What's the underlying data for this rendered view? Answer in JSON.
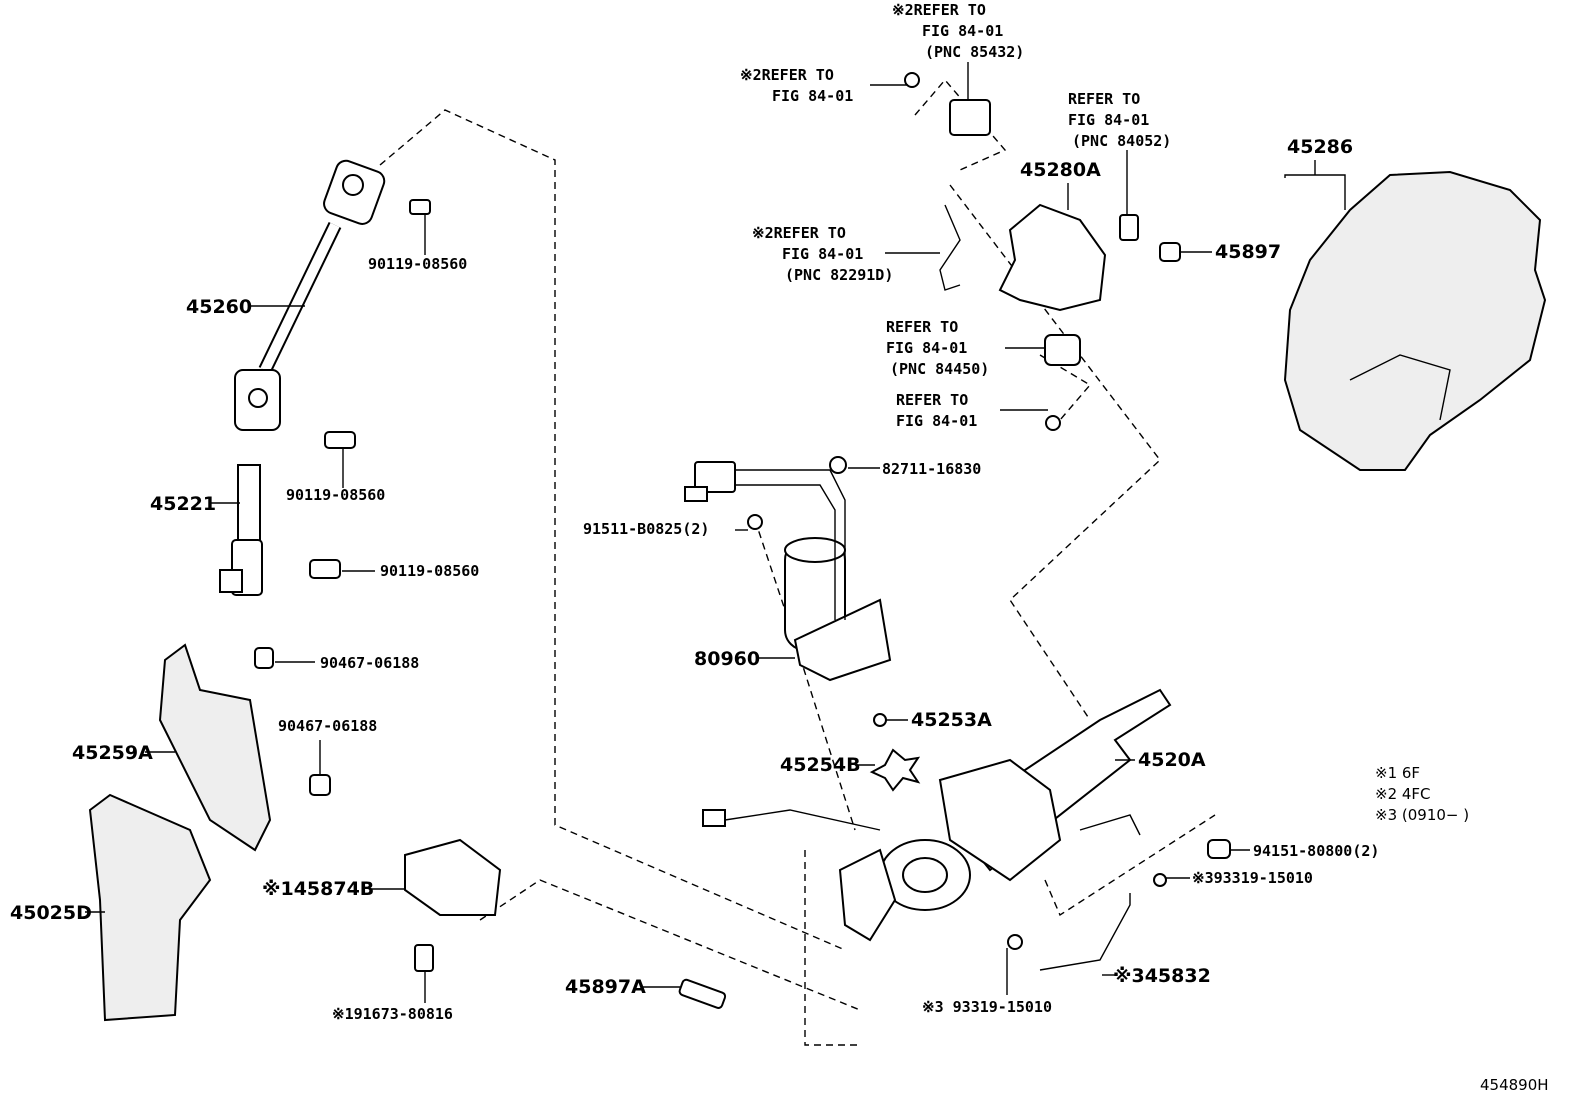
{
  "refs": {
    "r85432": {
      "l1": "※2REFER TO",
      "l2": "FIG 84-01",
      "l3": "(PNC 85432)"
    },
    "r84_top": {
      "l1": "※2REFER TO",
      "l2": "FIG 84-01"
    },
    "r84052": {
      "l1": "REFER TO",
      "l2": "FIG 84-01",
      "l3": "(PNC 84052)"
    },
    "r82291D": {
      "l1": "※2REFER TO",
      "l2": "FIG 84-01",
      "l3": "(PNC 82291D)"
    },
    "r84450": {
      "l1": "REFER TO",
      "l2": "FIG 84-01",
      "l3": "(PNC 84450)"
    },
    "r84_mid": {
      "l1": "REFER TO",
      "l2": "FIG 84-01"
    }
  },
  "parts": {
    "p45286": "45286",
    "p45280A": "45280A",
    "p45897": "45897",
    "p45260": "45260",
    "p90119a": "90119-08560",
    "p90119b": "90119-08560",
    "p90119c": "90119-08560",
    "p45221": "45221",
    "p82711": "82711-16830",
    "p91511": "91511-B0825(2)",
    "p80960": "80960",
    "p90467a": "90467-06188",
    "p90467b": "90467-06188",
    "p45259A": "45259A",
    "p45253A": "45253A",
    "p45254B": "45254B",
    "p4520A": "4520A",
    "p45025D": "45025D",
    "p45874B": "※145874B",
    "p94151": "94151-80800(2)",
    "p393319a": "※393319-15010",
    "p91673": "※191673-80816",
    "p45897A": "45897A",
    "p45832": "※345832",
    "p93319b": "※3 93319-15010"
  },
  "legend": {
    "n1": "※1 6F",
    "n2": "※2 4FC",
    "n3": "※3 (0910−       )"
  },
  "code": "454890H"
}
